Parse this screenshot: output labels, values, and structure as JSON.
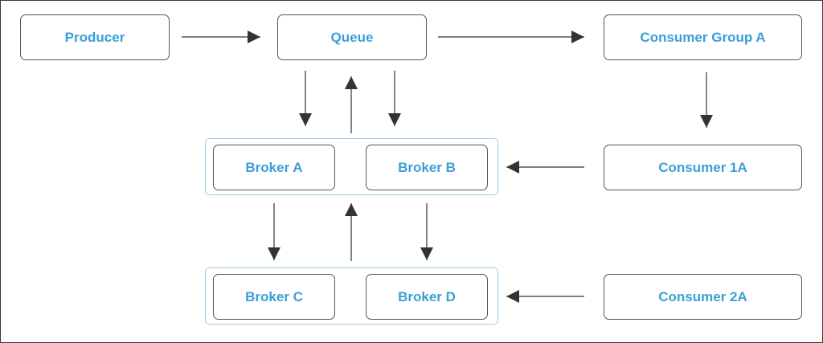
{
  "diagram": {
    "colors": {
      "text_accent": "#3a9fd6",
      "node_border": "#555555",
      "group_border": "#9fcde9",
      "arrow": "#333333"
    },
    "nodes": {
      "producer": "Producer",
      "queue": "Queue",
      "consumer_group_a": "Consumer Group A",
      "broker_a": "Broker A",
      "broker_b": "Broker B",
      "consumer_1a": "Consumer 1A",
      "broker_c": "Broker C",
      "broker_d": "Broker D",
      "consumer_2a": "Consumer 2A"
    },
    "groups": [
      "broker-group-ab",
      "broker-group-cd"
    ]
  }
}
